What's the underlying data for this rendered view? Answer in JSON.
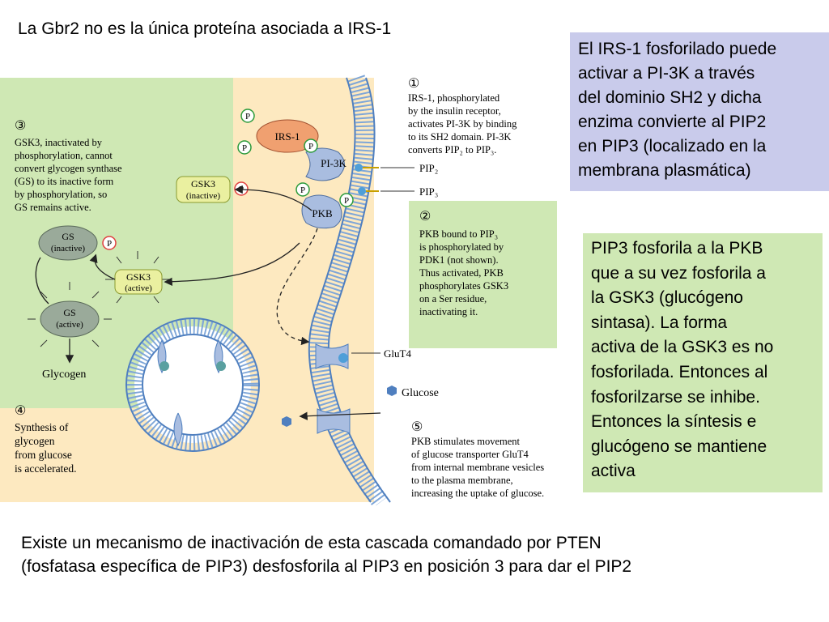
{
  "title": "La Gbr2 no es la única proteína asociada a IRS-1",
  "box_irs": {
    "lines": [
      "El IRS-1 fosforilado puede",
      "activar a PI-3K a través",
      "del dominio SH2 y dicha",
      "enzima convierte al PIP2",
      "en PIP3 (localizado en la",
      "membrana plasmática)"
    ]
  },
  "box_pip3": {
    "lines": [
      "PIP3 fosforila a la PKB",
      "que a su vez fosforila a",
      "la GSK3 (glucógeno",
      "sintasa). La forma",
      "activa de la GSK3 es no",
      "fosforilada. Entonces al",
      "fosforilzarse se inhibe.",
      "Entonces la síntesis e",
      "glucógeno se mantiene",
      "activa"
    ]
  },
  "bottom": {
    "lines": [
      "Existe un mecanismo de inactivación de esta cascada comandado por PTEN",
      "(fosfatasa específica de PIP3) desfosforila al PIP3 en posición 3 para dar el PIP2"
    ]
  },
  "diagram": {
    "step1": {
      "num": "①",
      "lines": [
        "IRS-1, phosphorylated",
        "by the insulin receptor,",
        "activates PI-3K by binding",
        "to its SH2 domain.  PI-3K",
        "converts PIP₂ to PIP₃."
      ]
    },
    "step2": {
      "num": "②",
      "lines": [
        "PKB bound to PIP₃",
        "is phosphorylated by",
        "PDK1 (not shown).",
        "Thus activated, PKB",
        "phosphorylates GSK3",
        "on a Ser residue,",
        "inactivating it."
      ]
    },
    "step3": {
      "num": "③",
      "lines": [
        "GSK3, inactivated by",
        "phosphorylation, cannot",
        "convert glycogen synthase",
        "(GS) to its inactive form",
        "by phosphorylation, so",
        "GS remains active."
      ]
    },
    "step4": {
      "num": "④",
      "lines": [
        "Synthesis of",
        "glycogen",
        "from glucose",
        "is accelerated."
      ]
    },
    "step5": {
      "num": "⑤",
      "lines": [
        "PKB stimulates movement",
        "of glucose transporter GluT4",
        "from internal membrane vesicles",
        "to the plasma membrane,",
        "increasing the uptake of glucose."
      ]
    },
    "labels": {
      "irs1": "IRS-1",
      "pi3k": "PI-3K",
      "pkb": "PKB",
      "p": "P",
      "pip2": "PIP₂",
      "pip3": "PIP₃",
      "gsk3_inactive_1": "GSK3",
      "gsk3_inactive_2": "(inactive)",
      "gsk3_active_1": "GSK3",
      "gsk3_active_2": "(active)",
      "gs_inactive_1": "GS",
      "gs_inactive_2": "(inactive)",
      "gs_active_1": "GS",
      "gs_active_2": "(active)",
      "glycogen": "Glycogen",
      "glut4": "GluT4",
      "glucose": "Glucose"
    },
    "colors": {
      "green_panel": "#cfe8b4",
      "cell_bg": "#fde9c0",
      "irs1": "#f0a070",
      "pi3k_pkb": "#a9bde0",
      "gs": "#9aaa9a",
      "gsk3": "#eaf0a0",
      "p_circle": "#e04040"
    }
  }
}
